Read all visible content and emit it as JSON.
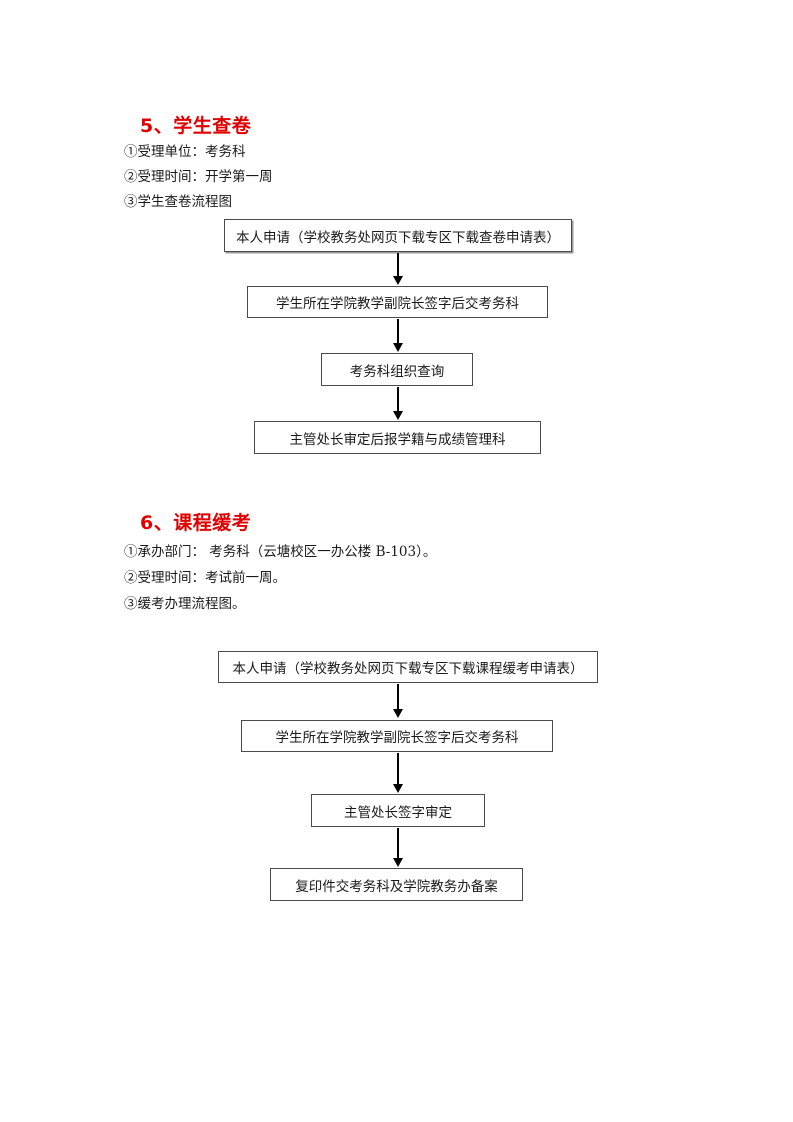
{
  "document": {
    "page_background": "#ffffff",
    "heading_color": "#e00000",
    "text_color": "#1a1a1a",
    "box_border_color": "#4a4a4a"
  },
  "sections": [
    {
      "id": "section-5",
      "heading": "5、学生查卷",
      "items": [
        "①受理单位：考务科",
        "②受理时间：开学第一周",
        "③学生查卷流程图"
      ],
      "flowchart": {
        "steps": [
          "本人申请（学校教务处网页下载专区下载查卷申请表）",
          "学生所在学院教学副院长签字后交考务科",
          "考务科组织查询",
          "主管处长审定后报学籍与成绩管理科"
        ]
      }
    },
    {
      "id": "section-6",
      "heading": "6、课程缓考",
      "items": [
        "①承办部门： 考务科（云塘校区一办公楼 B-103）。",
        "②受理时间：考试前一周。",
        "③缓考办理流程图。"
      ],
      "flowchart": {
        "steps": [
          "本人申请（学校教务处网页下载专区下载课程缓考申请表）",
          "学生所在学院教学副院长签字后交考务科",
          "主管处长签字审定",
          "复印件交考务科及学院教务办备案"
        ]
      }
    }
  ]
}
